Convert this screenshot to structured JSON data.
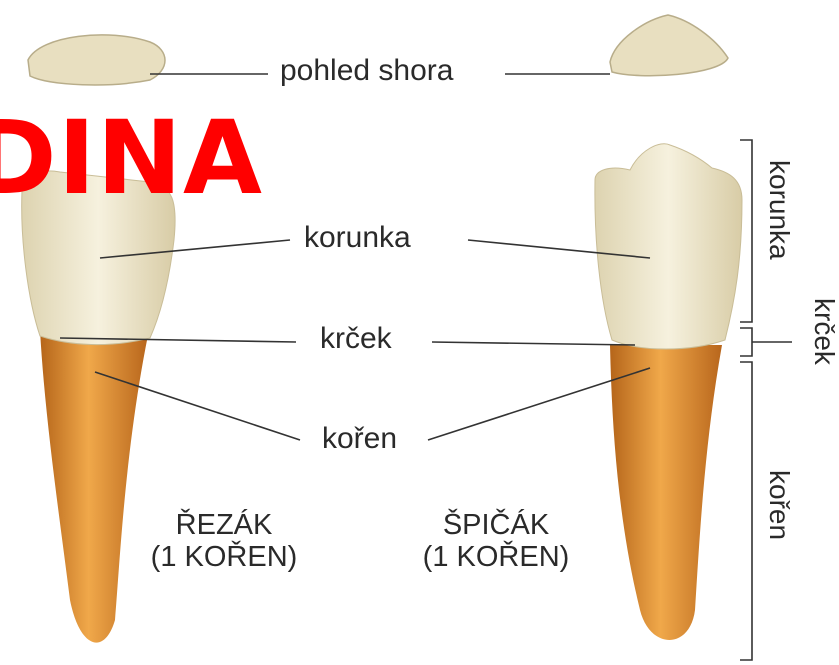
{
  "labels": {
    "top_view": "pohled shora",
    "crown": "korunka",
    "neck": "krček",
    "root": "kořen"
  },
  "side_labels": {
    "crown": "korunka",
    "neck": "krček",
    "root": "kořen"
  },
  "captions": {
    "incisor_name": "ŘEZÁK",
    "incisor_roots": "(1 KOŘEN)",
    "canine_name": "ŠPIČÁK",
    "canine_roots": "(1 KOŘEN)"
  },
  "overlay_text": "DINA",
  "colors": {
    "overlay": "#ff0000",
    "enamel": "#f1ead3",
    "root": "#d98a2c",
    "line": "#333333"
  }
}
